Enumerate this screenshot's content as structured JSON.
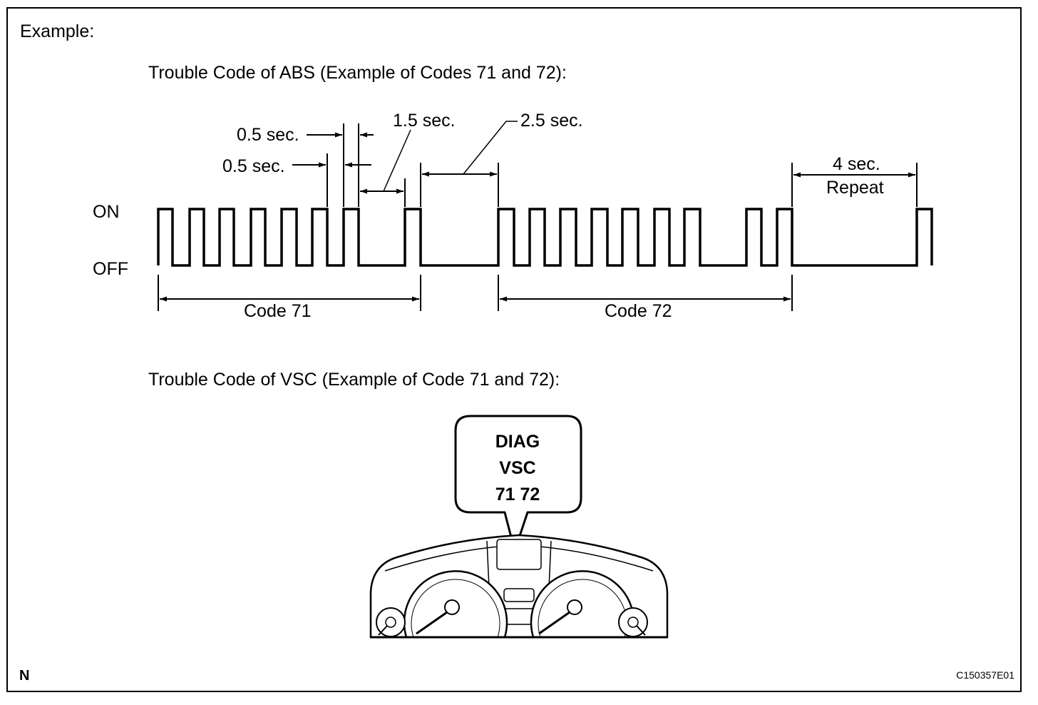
{
  "example_label": "Example:",
  "abs_title": "Trouble Code of ABS (Example of Codes 71 and 72):",
  "vsc_title": "Trouble Code of VSC (Example of Code 71 and 72):",
  "signal": {
    "on_label": "ON",
    "off_label": "OFF"
  },
  "timing": {
    "pulse_on": "0.5 sec.",
    "pulse_off": "0.5 sec.",
    "digit_gap": "1.5 sec.",
    "code_gap": "2.5 sec.",
    "repeat_gap": "4 sec.",
    "repeat_label": "Repeat"
  },
  "codes": {
    "first": "Code 71",
    "second": "Code 72"
  },
  "display": {
    "line1": "DIAG",
    "line2": "VSC",
    "line3": "71 72"
  },
  "footer": {
    "n_mark": "N",
    "figure_id": "C150357E01"
  }
}
